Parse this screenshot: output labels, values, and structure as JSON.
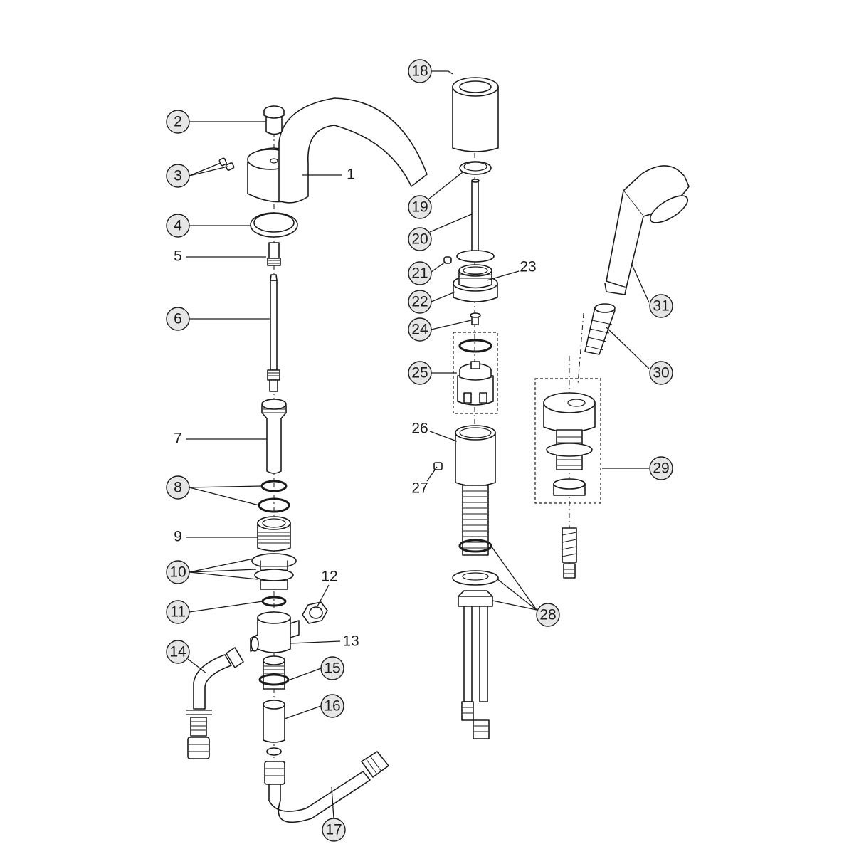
{
  "diagram": {
    "type": "exploded-parts-view",
    "callouts": [
      {
        "id": "1",
        "text": "1",
        "circled": false
      },
      {
        "id": "2",
        "text": "2",
        "circled": true
      },
      {
        "id": "3",
        "text": "3",
        "circled": true
      },
      {
        "id": "4",
        "text": "4",
        "circled": true
      },
      {
        "id": "5",
        "text": "5",
        "circled": false
      },
      {
        "id": "6",
        "text": "6",
        "circled": true
      },
      {
        "id": "7",
        "text": "7",
        "circled": false
      },
      {
        "id": "8",
        "text": "8",
        "circled": true
      },
      {
        "id": "9",
        "text": "9",
        "circled": false
      },
      {
        "id": "10",
        "text": "10",
        "circled": true
      },
      {
        "id": "11",
        "text": "11",
        "circled": true
      },
      {
        "id": "12",
        "text": "12",
        "circled": false
      },
      {
        "id": "13",
        "text": "13",
        "circled": false
      },
      {
        "id": "14",
        "text": "14",
        "circled": true
      },
      {
        "id": "15",
        "text": "15",
        "circled": true
      },
      {
        "id": "16",
        "text": "16",
        "circled": true
      },
      {
        "id": "17",
        "text": "17",
        "circled": true
      },
      {
        "id": "18",
        "text": "18",
        "circled": true
      },
      {
        "id": "19",
        "text": "19",
        "circled": true
      },
      {
        "id": "20",
        "text": "20",
        "circled": true
      },
      {
        "id": "21",
        "text": "21",
        "circled": true
      },
      {
        "id": "22",
        "text": "22",
        "circled": true
      },
      {
        "id": "23",
        "text": "23",
        "circled": false
      },
      {
        "id": "24",
        "text": "24",
        "circled": true
      },
      {
        "id": "25",
        "text": "25",
        "circled": true
      },
      {
        "id": "26",
        "text": "26",
        "circled": false
      },
      {
        "id": "27",
        "text": "27",
        "circled": false
      },
      {
        "id": "28",
        "text": "28",
        "circled": true
      },
      {
        "id": "29",
        "text": "29",
        "circled": true
      },
      {
        "id": "30",
        "text": "30",
        "circled": true
      },
      {
        "id": "31",
        "text": "31",
        "circled": true
      }
    ]
  }
}
